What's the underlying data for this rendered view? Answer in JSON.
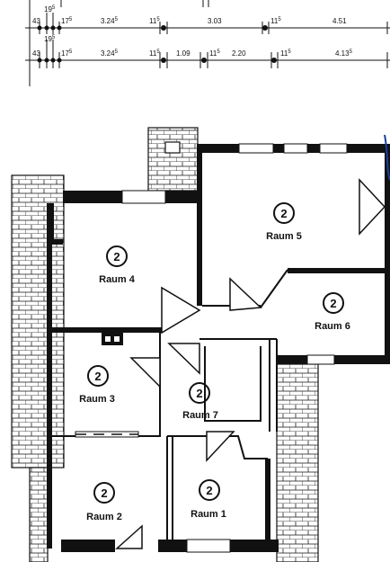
{
  "dimension_rows": [
    {
      "segments": [
        {
          "main": "43",
          "sup": ""
        },
        {
          "main": "19",
          "sup": "5"
        },
        {
          "main": "17",
          "sup": "5"
        },
        {
          "main": "3.24",
          "sup": "5"
        },
        {
          "main": "11",
          "sup": "5"
        },
        {
          "main": "3.03",
          "sup": ""
        },
        {
          "main": "11",
          "sup": "5"
        },
        {
          "main": "4.51",
          "sup": ""
        }
      ]
    },
    {
      "segments": [
        {
          "main": "43",
          "sup": ""
        },
        {
          "main": "19",
          "sup": "5"
        },
        {
          "main": "17",
          "sup": "5"
        },
        {
          "main": "3.24",
          "sup": "5"
        },
        {
          "main": "11",
          "sup": "5"
        },
        {
          "main": "1.09",
          "sup": ""
        },
        {
          "main": "11",
          "sup": "5"
        },
        {
          "main": "2.20",
          "sup": ""
        },
        {
          "main": "11",
          "sup": "5"
        },
        {
          "main": "4.13",
          "sup": "5"
        }
      ]
    }
  ],
  "rooms": [
    {
      "number": "2",
      "label": "Raum 1"
    },
    {
      "number": "2",
      "label": "Raum 2"
    },
    {
      "number": "2",
      "label": "Raum 3"
    },
    {
      "number": "2",
      "label": "Raum 4"
    },
    {
      "number": "2",
      "label": "Raum 5"
    },
    {
      "number": "2",
      "label": "Raum 6"
    },
    {
      "number": "2",
      "label": "Raum 7"
    }
  ]
}
